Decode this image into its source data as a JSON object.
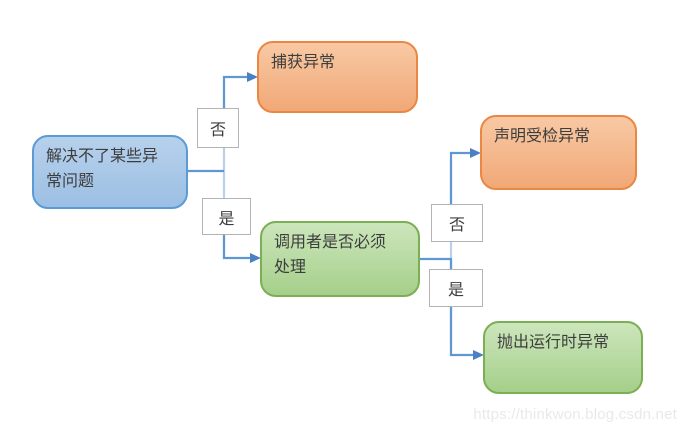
{
  "diagram": {
    "type": "flowchart",
    "nodes": [
      {
        "id": "problem",
        "label": "解决不了某些异常问题",
        "color": "blue"
      },
      {
        "id": "catch",
        "label": "捕获异常",
        "color": "orange"
      },
      {
        "id": "caller-must-handle",
        "label": "调用者是否必须处理",
        "color": "green"
      },
      {
        "id": "declare-checked",
        "label": "声明受检异常",
        "color": "orange"
      },
      {
        "id": "throw-runtime",
        "label": "抛出运行时异常",
        "color": "green"
      }
    ],
    "edge_labels": [
      {
        "id": "left-no",
        "text": "否"
      },
      {
        "id": "left-yes",
        "text": "是"
      },
      {
        "id": "right-no",
        "text": "否"
      },
      {
        "id": "right-yes",
        "text": "是"
      }
    ],
    "edges": [
      {
        "from": "problem",
        "label": "否",
        "to": "catch"
      },
      {
        "from": "problem",
        "label": "是",
        "to": "caller-must-handle"
      },
      {
        "from": "caller-must-handle",
        "label": "否",
        "to": "declare-checked"
      },
      {
        "from": "caller-must-handle",
        "label": "是",
        "to": "throw-runtime"
      }
    ],
    "watermark": "https://thinkwon.blog.csdn.net",
    "colors": {
      "node-blue-top": "#b7d1ec",
      "node-blue-bottom": "#9cbfe3",
      "node-blue-border": "#5b9bd5",
      "node-orange-top": "#f8c9a4",
      "node-orange-bottom": "#f1a877",
      "node-orange-border": "#ea8742",
      "node-green-top": "#cce6bc",
      "node-green-bottom": "#a5cf8a",
      "node-green-border": "#7cae53",
      "connector-light": "#b8d2ec",
      "connector-medium": "#5f97d4",
      "arrowhead": "#4b80c2",
      "label-border": "#b3b3b3",
      "text-color": "#3d3d3d",
      "watermark-color": "#e9e9e9"
    }
  }
}
